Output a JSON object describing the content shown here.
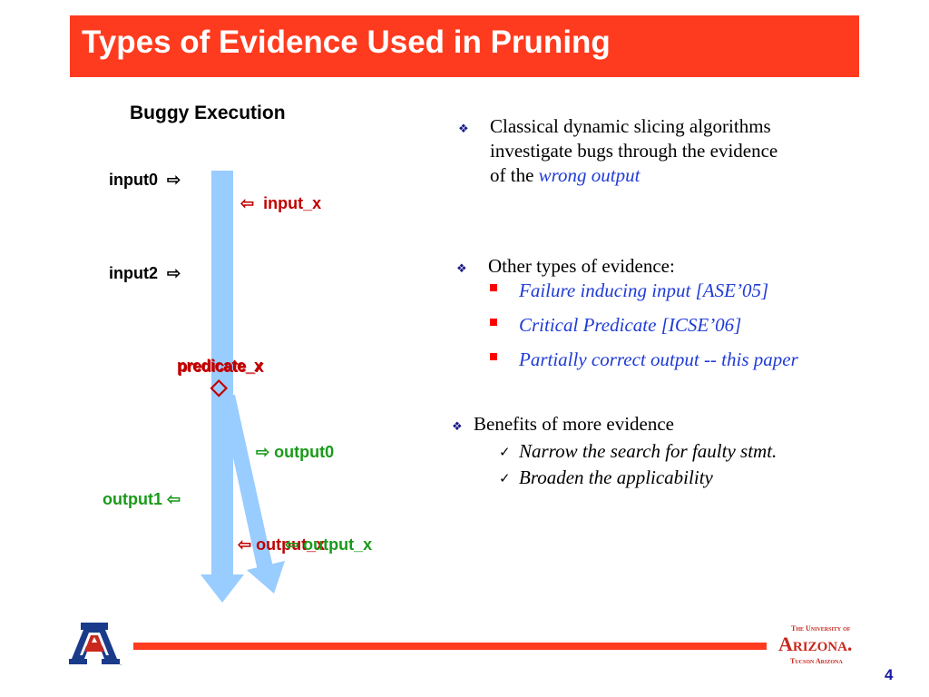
{
  "slide": {
    "title": "Types of Evidence Used in Pruning",
    "subtitle": "Buggy Execution",
    "page_number": "4",
    "accent_color": "#ff3b1f"
  },
  "diagram": {
    "input0": "input0",
    "input2": "input2",
    "input_x": "input_x",
    "predicate_x": "predicate_x",
    "output0": "output0",
    "output1": "output1",
    "output_x": "output_x",
    "arrow_right": "⇨",
    "arrow_left": "⇦",
    "diamond": "◇"
  },
  "bullets": {
    "b1_line1": "Classical dynamic slicing algorithms",
    "b1_line2": "investigate bugs through the evidence",
    "b1_line3_prefix": "of the ",
    "b1_line3_emph": "wrong output",
    "b2_heading": "Other types of evidence:",
    "b2_items": [
      "Failure inducing input [ASE’05]",
      "Critical Predicate [ICSE’06]",
      "Partially correct output -- this paper"
    ],
    "b3_heading": "Benefits of more evidence",
    "b3_items": [
      "Narrow the search for faulty stmt.",
      "Broaden the applicability"
    ],
    "bullet_glyph": "❖",
    "check_glyph": "✓"
  },
  "footer": {
    "logo_letter": "A",
    "univ_line1": "The University of",
    "univ_line2": "Arizona.",
    "univ_line3": "Tucson Arizona"
  }
}
